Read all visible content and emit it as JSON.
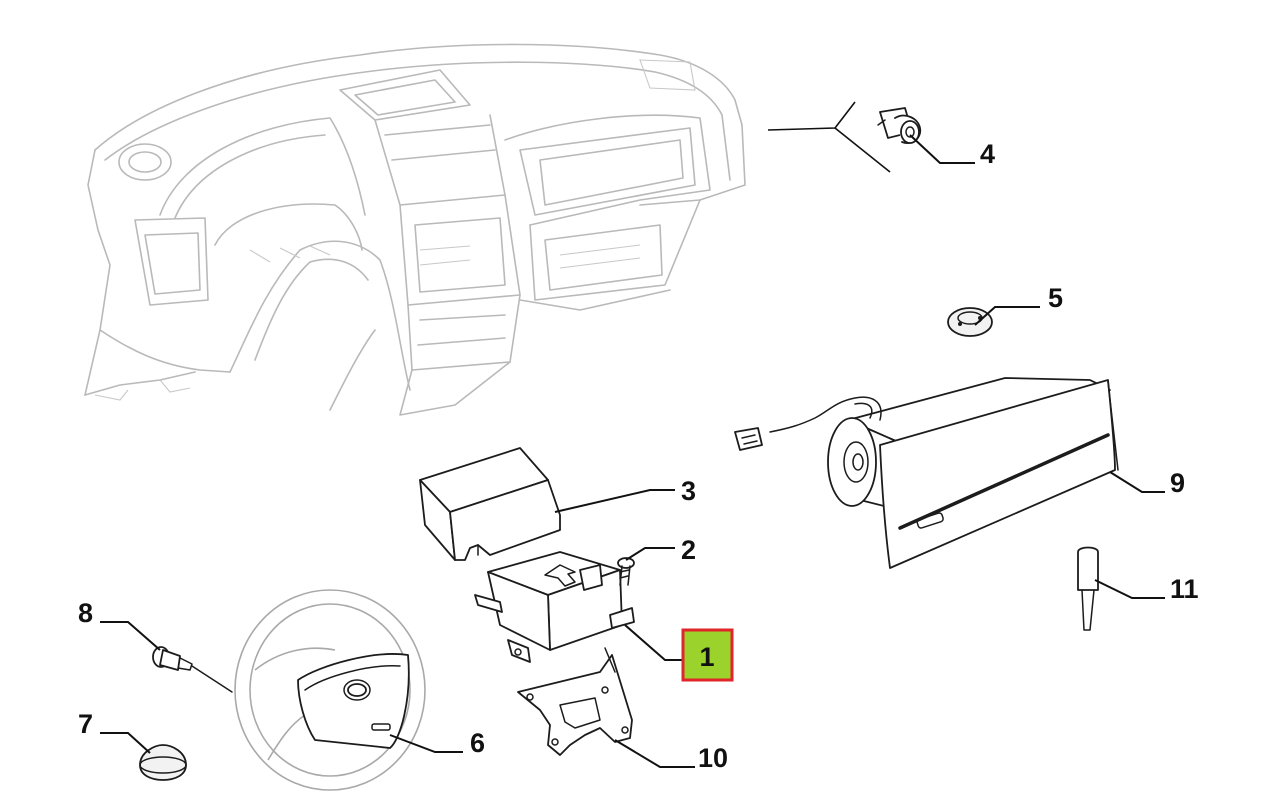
{
  "diagram": {
    "highlight_color": "#9cd22c",
    "highlight_border": "#e0262a",
    "selected_part": "1",
    "callouts": {
      "p1": "1",
      "p2": "2",
      "p3": "3",
      "p4": "4",
      "p5": "5",
      "p6": "6",
      "p7": "7",
      "p8": "8",
      "p9": "9",
      "p10": "10",
      "p11": "11"
    }
  }
}
